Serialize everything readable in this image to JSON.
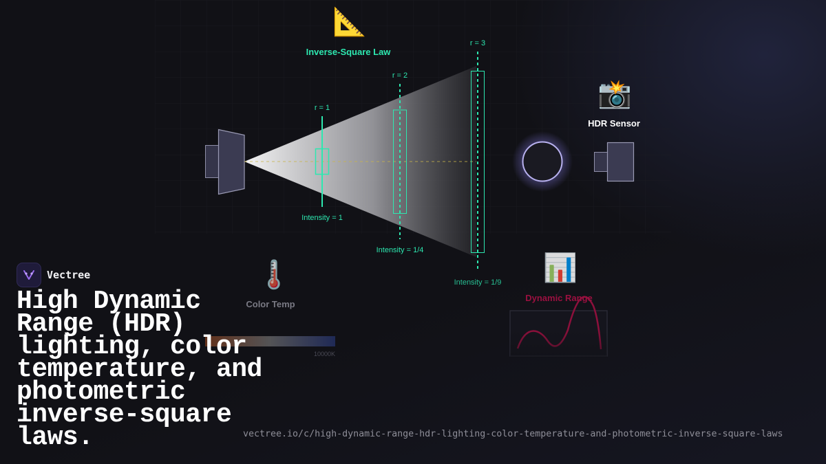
{
  "brand": {
    "name": "Vectree"
  },
  "headline": "High Dynamic Range (HDR) lighting, color temperature, and photometric inverse-square laws.",
  "url": "vectree.io/c/high-dynamic-range-hdr-lighting-color-temperature-and-photometric-inverse-square-laws",
  "sections": {
    "inverse_square": {
      "icon": "triangular-ruler-icon",
      "glyph": "📐",
      "title": "Inverse-Square Law"
    },
    "hdr_sensor": {
      "icon": "camera-flash-icon",
      "glyph": "📸",
      "title": "HDR Sensor"
    },
    "color_temp": {
      "icon": "thermometer-icon",
      "glyph": "🌡️",
      "title": "Color Temp",
      "scale_label": "10000K"
    },
    "dynamic_range": {
      "icon": "bar-chart-icon",
      "glyph": "📊",
      "title": "Dynamic Range"
    }
  },
  "distances": [
    {
      "r_label": "r = 1",
      "intensity_label": "Intensity = 1"
    },
    {
      "r_label": "r = 2",
      "intensity_label": "Intensity = 1/4"
    },
    {
      "r_label": "r = 3",
      "intensity_label": "Intensity = 1/9"
    }
  ],
  "colors": {
    "accent": "#2de8b0",
    "beam_dashed": "#c8b44a",
    "dynamic_range": "#9b1040",
    "lens_ring": "#b9b2f0"
  }
}
